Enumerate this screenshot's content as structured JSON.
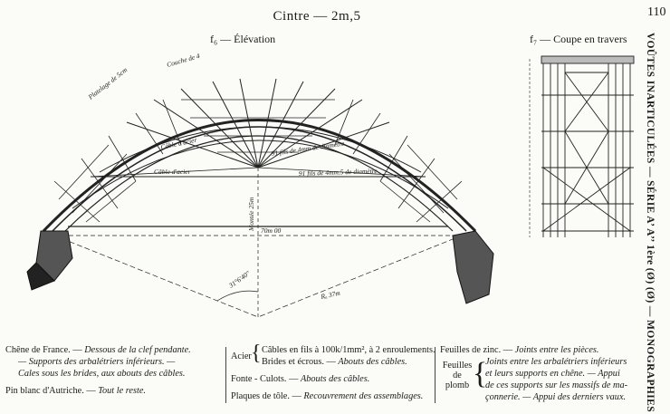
{
  "header": {
    "title": "Cintre — 2m,5",
    "page_number": "110"
  },
  "figures": {
    "elevation_caption": "f₆ — Élévation",
    "section_caption": "f₇ — Coupe en travers"
  },
  "drawing_labels": {
    "couche": "Couche de 4",
    "platelage": "Platelage de 5cm",
    "cable_acier_1": "Câble d'acier",
    "cable_acier_2": "Câble d'acier",
    "fils": "91 fils de 4mm de diamètre",
    "fils_2": "91 fils de 4mm.5 de diamètre",
    "montee": "Montée 25m",
    "corde": "70m 00",
    "angle": "31°6'40\"",
    "rayon": "Rₐ 37m"
  },
  "side_text": {
    "line": "VOÛTES INARTICULÉES — SÉRIE A’ A’’ 1ère (Ø) (Ø) — MONOGRAPHIES"
  },
  "legend": {
    "col1": {
      "l1a": "Chêne de France. — ",
      "l1b": "Dessous de la clef pendante.",
      "l2": "— Supports des arbalétriers inférieurs. —",
      "l3": "Cales sous les brides, aux abouts des câbles.",
      "l4a": "Pin blanc d'Autriche. — ",
      "l4b": "Tout le reste."
    },
    "col2": {
      "acier": "Acier",
      "a1": "Câbles en fils à 100k/1mm², à 2 enroulements.",
      "a2a": "Brides et écrous. — ",
      "a2b": "Abouts des câbles.",
      "f1a": "Fonte - Culots. — ",
      "f1b": "Abouts des câbles.",
      "p1a": "Plaques de tôle. — ",
      "p1b": "Recouvrement des assemblages."
    },
    "col3": {
      "z1a": "Feuilles de zinc. — ",
      "z1b": "Joints entre les pièces.",
      "fp1": "Feuilles",
      "fp2": "de",
      "fp3": "plomb",
      "p1": "Joints entre les arbalétriers inférieurs",
      "p2": "et leurs supports en chêne. — Appui",
      "p3": "de ces supports sur les massifs de ma-",
      "p4": "çonnerie. — Appui des derniers vaux."
    }
  }
}
